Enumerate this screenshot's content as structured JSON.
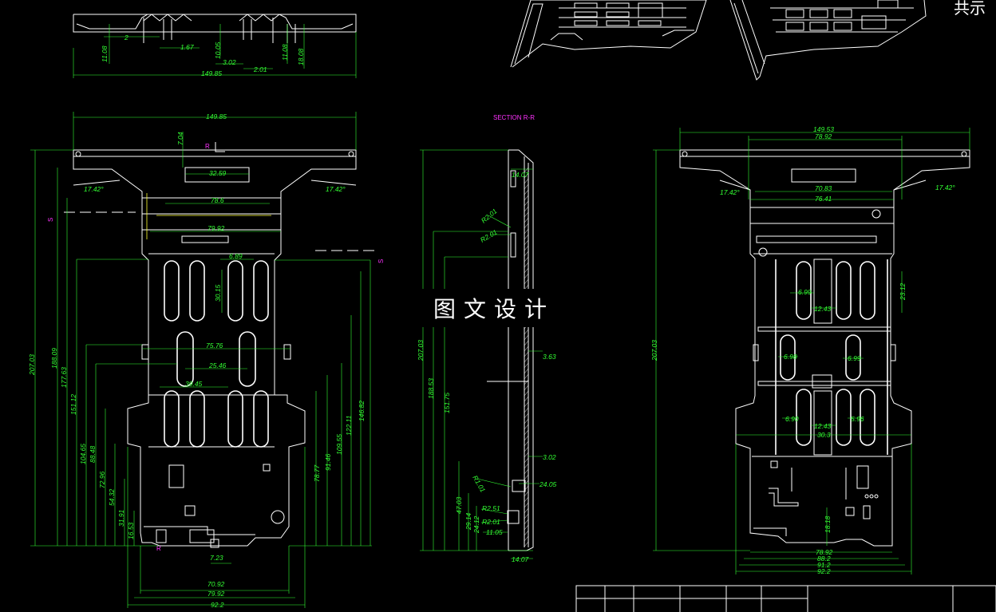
{
  "watermark": "图文设计",
  "corner_text": "共示",
  "section_title": "SECTION R-R",
  "section_marks": {
    "r_top": "R",
    "r_bottom": "R",
    "s_left": "S",
    "s_right": "S"
  },
  "top_view_dims": {
    "d1": "149.85",
    "d2": "2",
    "d3": "1.67",
    "d4": "11.08",
    "d5": "10.05",
    "d6": "3.02",
    "d7": "2.01",
    "d8": "11.08",
    "d9": "18.08"
  },
  "front_view_dims": {
    "width_top": "149.85",
    "d704": "7.04",
    "d3259": "32.59",
    "ang_l": "17.42°",
    "ang_r": "17.42°",
    "d786": "78.6",
    "d7992": "79.92",
    "d689": "6.89",
    "d3015": "30.15",
    "d7576": "75.76",
    "d2546": "25.46",
    "d3945": "39.45",
    "h20703": "207.03",
    "h18809": "188.09",
    "h17763": "177.63",
    "h15112": "151.12",
    "h10465": "104.65",
    "h8848": "88.48",
    "h7296": "72.96",
    "h5432": "54.32",
    "h3191": "31.91",
    "h1653": "16.53",
    "h7877": "78.77",
    "h9146": "91.46",
    "h10955": "109.55",
    "h12211": "122.11",
    "h14582": "146.82",
    "d723": "7.23",
    "b7092": "70.92",
    "b7992": "79.92",
    "b922": "92.2"
  },
  "section_view_dims": {
    "d1407t": "14.07",
    "r201a": "R2.01",
    "r201b": "R2.01",
    "h20703": "207.03",
    "h18853": "188.53",
    "h15175": "151.75",
    "d363": "3.63",
    "d302": "3.02",
    "d2405": "24.05",
    "r101": "R1.01",
    "h4703": "47.03",
    "h2914": "29.14",
    "h2412": "24.12",
    "r251": "R2.51",
    "r201c": "R2.01",
    "d1105": "11.05",
    "d1407b": "14.07"
  },
  "back_view_dims": {
    "w14953": "149.53",
    "w7892": "78.92",
    "ang_l": "17.42°",
    "ang_r": "17.42°",
    "w7083": "70.83",
    "w7641": "76.41",
    "h20703": "207.03",
    "d699a": "6.99",
    "d1243a": "12.43",
    "d2312": "23.12",
    "d698": "6.98",
    "d699b": "6.99",
    "d690": "6.90",
    "d1243b": "12.43",
    "d30": "30.3",
    "d596": "5.96",
    "d1818": "18.18",
    "b7892": "78.92",
    "b882": "88.2",
    "b912": "91.2",
    "b922": "92.2"
  }
}
